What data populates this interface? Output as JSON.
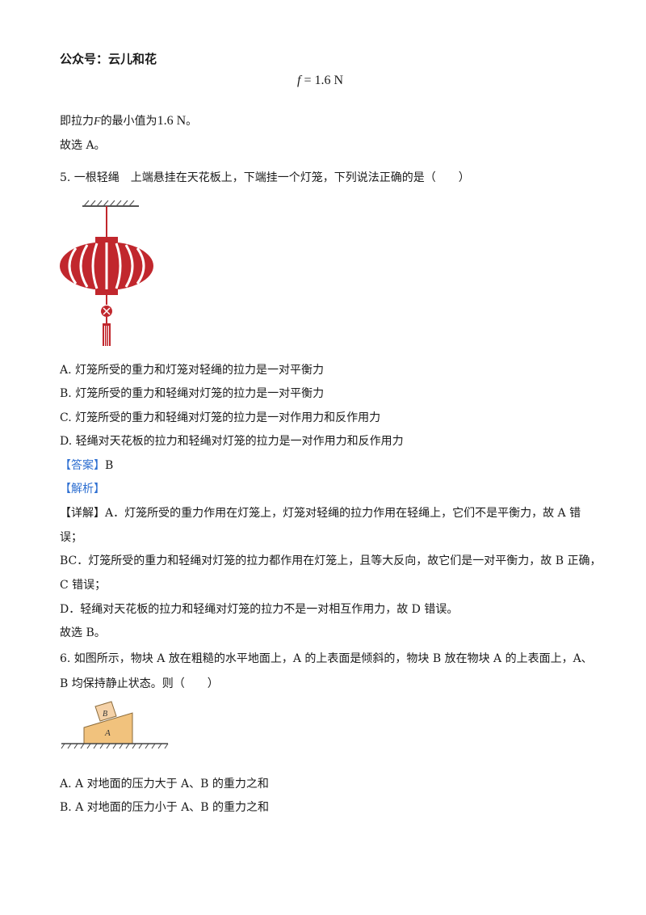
{
  "header": {
    "source": "公众号：云儿和花"
  },
  "prev": {
    "formula_var": "f",
    "formula_eq": " = ",
    "formula_val": "1.6 N",
    "line1_pre": "即拉力",
    "line1_var": "F",
    "line1_mid": "的最小值为",
    "line1_val": "1.6 N",
    "line1_end": "。",
    "choice": "故选 A。"
  },
  "q5": {
    "stem": "5. 一根轻绳　上端悬挂在天花板上，下端挂一个灯笼，下列说法正确的是（　　）",
    "options": [
      "A.  灯笼所受的重力和灯笼对轻绳的拉力是一对平衡力",
      "B.  灯笼所受的重力和轻绳对灯笼的拉力是一对平衡力",
      "C.  灯笼所受的重力和轻绳对灯笼的拉力是一对作用力和反作用力",
      "D.  轻绳对天花板的拉力和轻绳对灯笼的拉力是一对作用力和反作用力"
    ],
    "answer_label": "【答案】",
    "answer": "B",
    "analysis_label": "【解析】",
    "detail_label": "【详解】",
    "detail_lines": [
      "A．灯笼所受的重力作用在灯笼上，灯笼对轻绳的拉力作用在轻绳上，它们不是平衡力，故 A 错",
      "误；",
      "BC．灯笼所受的重力和轻绳对灯笼的拉力都作用在灯笼上，且等大反向，故它们是一对平衡力，故 B 正确，",
      "C 错误；",
      "D．轻绳对天花板的拉力和轻绳对灯笼的拉力不是一对相互作用力，故 D 错误。",
      "故选 B。"
    ]
  },
  "q6": {
    "stem_lines": [
      "6. 如图所示，物块 A 放在粗糙的水平地面上，A 的上表面是倾斜的，物块 B 放在物块 A 的上表面上，A、",
      "B 均保持静止状态。则（　　）"
    ],
    "block_a": "A",
    "block_b": "B",
    "options": [
      "A.  A 对地面的压力大于 A、B 的重力之和",
      "B.  A 对地面的压力小于 A、B 的重力之和"
    ]
  },
  "colors": {
    "lantern": "#c1272d",
    "block": "#f1c27d",
    "label_blue": "#2e6fd1"
  }
}
